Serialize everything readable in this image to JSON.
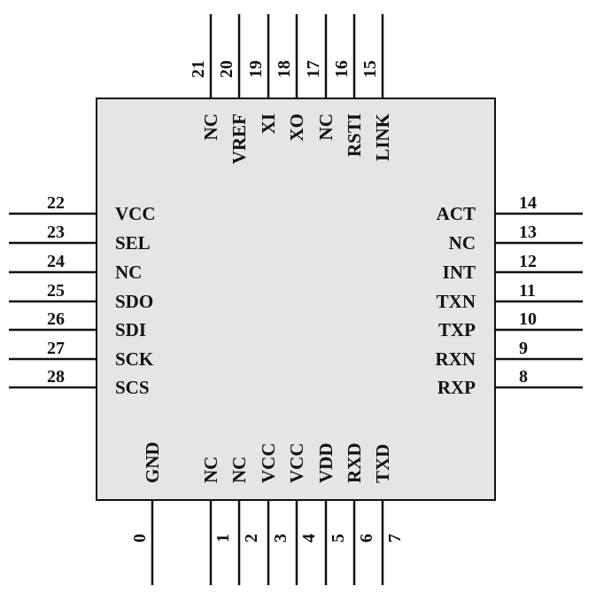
{
  "pins": {
    "top": [
      {
        "num": "21",
        "name": "NC"
      },
      {
        "num": "20",
        "name": "VREF"
      },
      {
        "num": "19",
        "name": "XI"
      },
      {
        "num": "18",
        "name": "XO"
      },
      {
        "num": "17",
        "name": "NC"
      },
      {
        "num": "16",
        "name": "RSTI"
      },
      {
        "num": "15",
        "name": "LINK"
      }
    ],
    "right": [
      {
        "num": "14",
        "name": "ACT"
      },
      {
        "num": "13",
        "name": "NC"
      },
      {
        "num": "12",
        "name": "INT"
      },
      {
        "num": "11",
        "name": "TXN"
      },
      {
        "num": "10",
        "name": "TXP"
      },
      {
        "num": "9",
        "name": "RXN"
      },
      {
        "num": "8",
        "name": "RXP"
      }
    ],
    "left": [
      {
        "num": "22",
        "name": "VCC"
      },
      {
        "num": "23",
        "name": "SEL"
      },
      {
        "num": "24",
        "name": "NC"
      },
      {
        "num": "25",
        "name": "SDO"
      },
      {
        "num": "26",
        "name": "SDI"
      },
      {
        "num": "27",
        "name": "SCK"
      },
      {
        "num": "28",
        "name": "SCS"
      }
    ],
    "bottom_gnd": {
      "num": "0",
      "name": "GND"
    },
    "bottom": [
      {
        "num": "1",
        "name": "NC"
      },
      {
        "num": "2",
        "name": "NC"
      },
      {
        "num": "3",
        "name": "VCC"
      },
      {
        "num": "4",
        "name": "VCC"
      },
      {
        "num": "5",
        "name": "VDD"
      },
      {
        "num": "6",
        "name": "RXD"
      },
      {
        "num": "7",
        "name": "TXD"
      }
    ]
  }
}
